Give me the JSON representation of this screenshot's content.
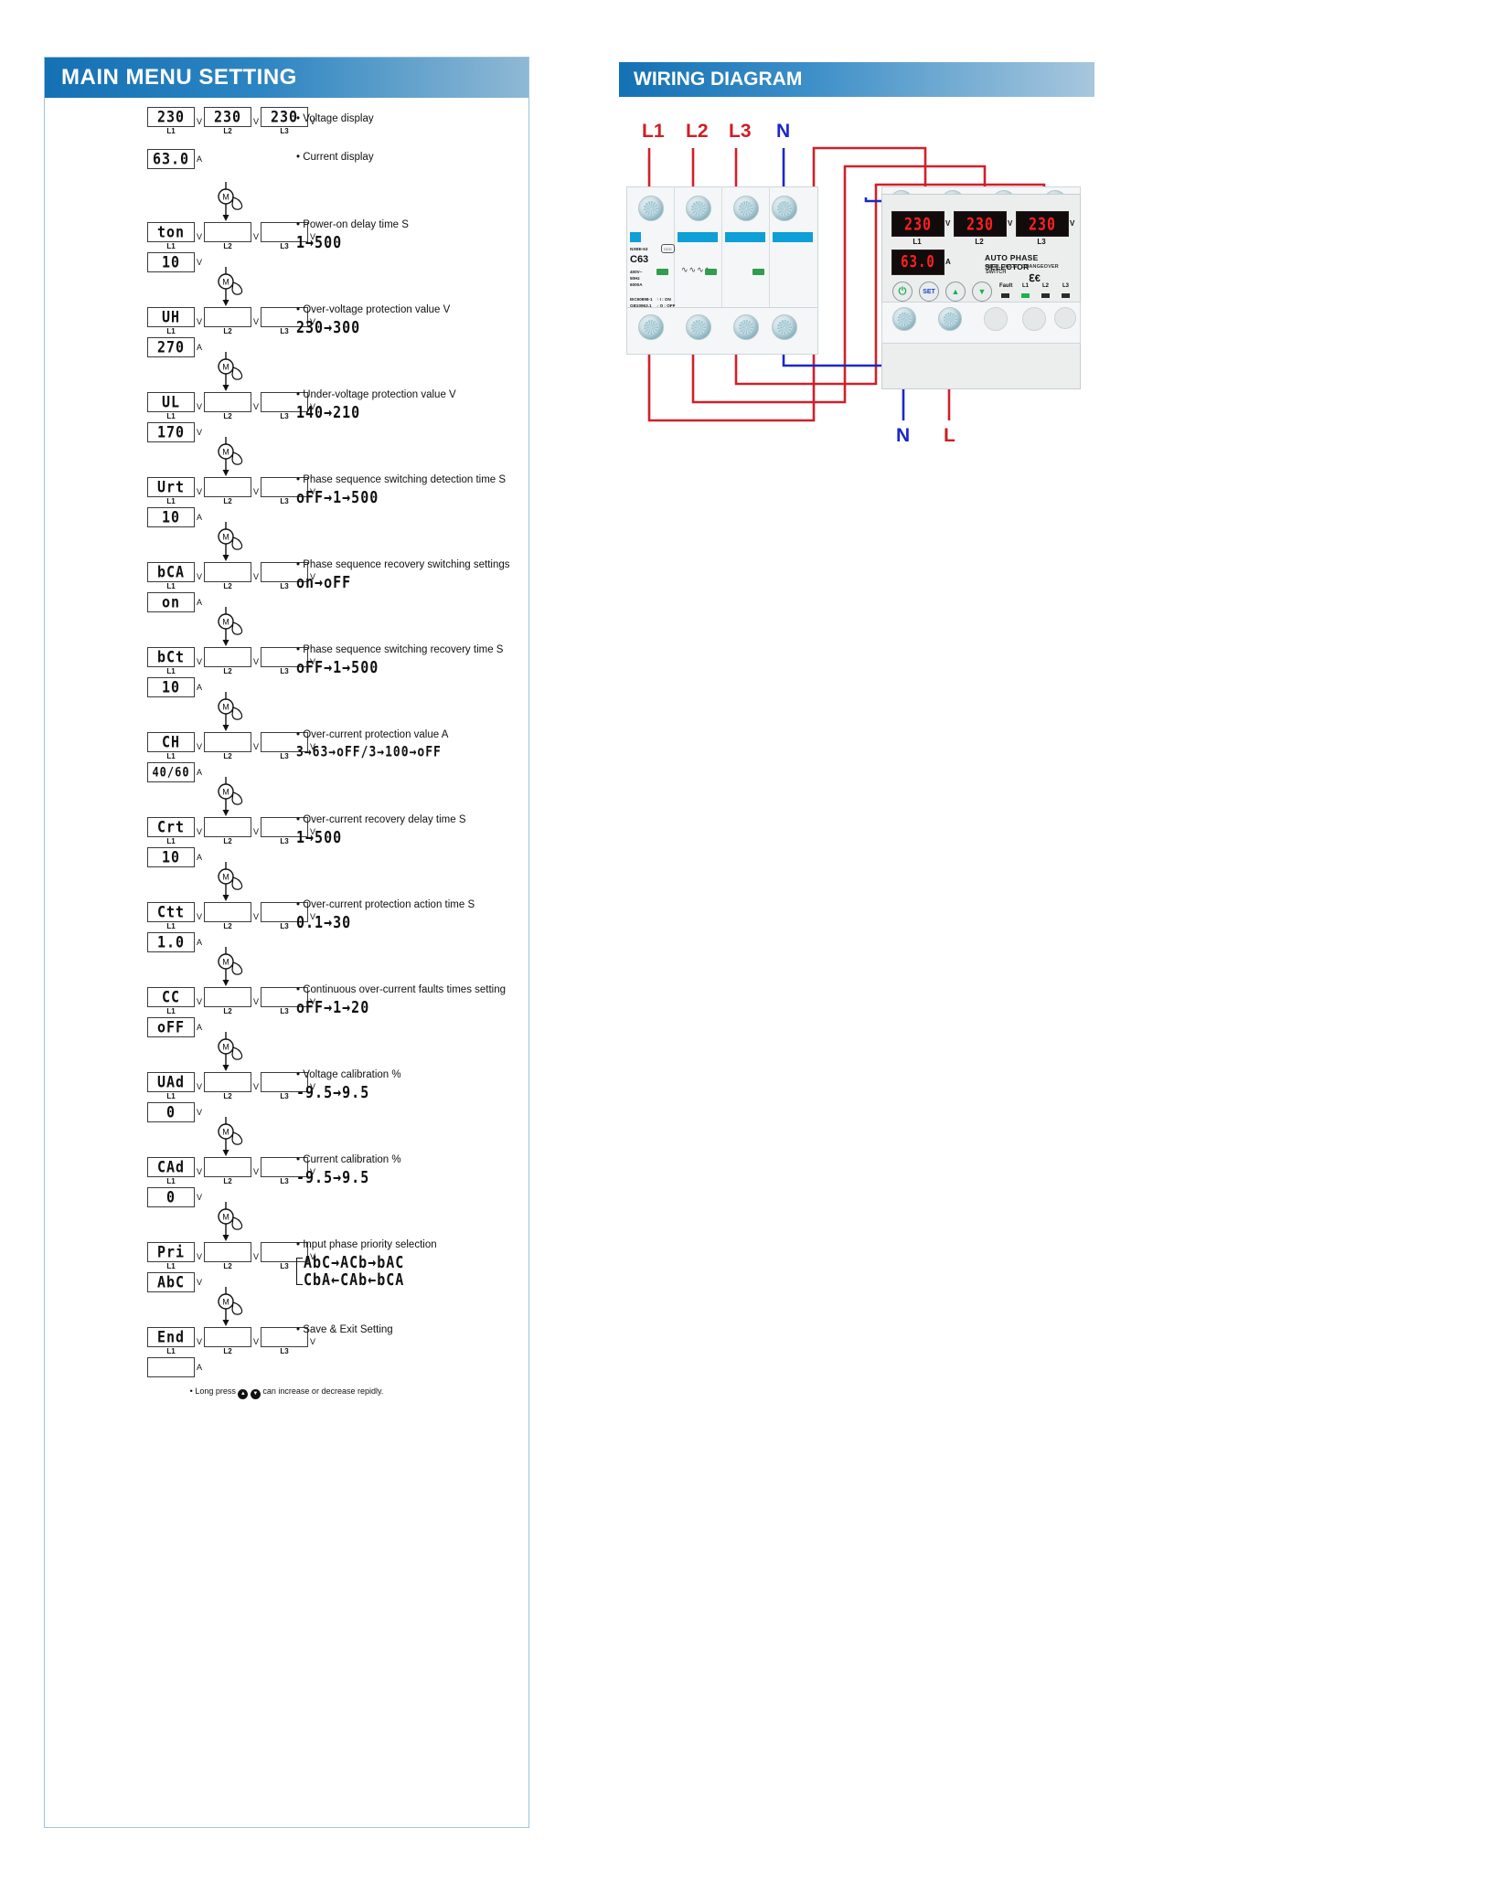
{
  "left": {
    "title": "MAIN MENU SETTING",
    "top_rows": [
      {
        "type": "voltage",
        "boxes": [
          "230",
          "230",
          "230"
        ],
        "units": [
          "V",
          "V",
          "V"
        ],
        "phase": [
          "L1",
          "L2",
          "L3"
        ],
        "desc": "Voltage display"
      },
      {
        "type": "current",
        "box": "63.0",
        "unit": "A",
        "desc": "Current display"
      }
    ],
    "menu_items": [
      {
        "code": "ton",
        "value": "10",
        "value_unit": "V",
        "desc": "Power-on delay time S",
        "range": "1→0500",
        "range_text": "1→500"
      },
      {
        "code": "UH",
        "value": "270",
        "value_unit": "A",
        "desc": "Over-voltage protection value V",
        "range_text": "230→300"
      },
      {
        "code": "UL",
        "value": "170",
        "value_unit": "V",
        "desc": "Under-voltage protection value V",
        "range_text": "140→210"
      },
      {
        "code": "Urt",
        "value": "10",
        "value_unit": "A",
        "desc": "Phase sequence switching detection time S",
        "range_text": "oFF→1→500"
      },
      {
        "code": "bCA",
        "value": "on",
        "value_unit": "A",
        "desc": "Phase sequence recovery switching settings",
        "range_text": "on→oFF"
      },
      {
        "code": "bCt",
        "value": "10",
        "value_unit": "A",
        "desc": "Phase sequence switching recovery time S",
        "range_text": "oFF→1→500"
      },
      {
        "code": "CH",
        "value": "40/60",
        "value_unit": "A",
        "desc": "Over-current protection value A",
        "range_text": "3→63→oFF/3→100→oFF"
      },
      {
        "code": "Crt",
        "value": "10",
        "value_unit": "A",
        "desc": "Over-current recovery delay time S",
        "range_text": "1→500"
      },
      {
        "code": "Ctt",
        "value": "1.0",
        "value_unit": "A",
        "desc": "Over-current protection action time S",
        "range_text": "0.1→30"
      },
      {
        "code": "CC",
        "value": "oFF",
        "value_unit": "A",
        "desc": "Continuous over-current faults times setting",
        "range_text": "oFF→1→20"
      },
      {
        "code": "UAd",
        "value": "0",
        "value_unit": "V",
        "desc": "Voltage calibration %",
        "range_text": "-9.5→9.5"
      },
      {
        "code": "CAd",
        "value": "0",
        "value_unit": "V",
        "desc": "Current calibration %",
        "range_text": "-9.5→9.5"
      },
      {
        "code": "Pri",
        "value": "AbC",
        "value_unit": "V",
        "desc": "Input phase priority selection",
        "range_text": "",
        "range_line1": "AbC→ACb→bAC",
        "range_line2": "CbA←CAb←bCA"
      },
      {
        "code": "End",
        "value": "",
        "value_unit": "A",
        "desc": "Save & Exit Setting",
        "range_text": ""
      }
    ],
    "phase_labels": [
      "L1",
      "L2",
      "L3"
    ],
    "unit_v": "V",
    "unit_a": "A",
    "knob_label": "M",
    "footnote": "• Long press Ⓐ Ⓕ can increase or decrease repidly.",
    "footnote_pre": "• Long press",
    "footnote_post": "can increase or decrease repidly."
  },
  "right": {
    "title": "WIRING DIAGRAM",
    "top_terminals": [
      {
        "label": "L1",
        "color": "#cc1f26"
      },
      {
        "label": "L2",
        "color": "#cc1f26"
      },
      {
        "label": "L3",
        "color": "#cc1f26"
      },
      {
        "label": "N",
        "color": "#1b28c8"
      }
    ],
    "bottom_terminals": [
      {
        "label": "N",
        "color": "#1b28c8"
      },
      {
        "label": "L",
        "color": "#cc1f26"
      }
    ],
    "breaker": {
      "model": "NXBE-63",
      "rating": "C63",
      "spec_lines": [
        "400V~",
        "50Hz",
        "6000A"
      ],
      "standards": [
        "IEC60898-1",
        "GB10963.1"
      ],
      "on_off": [
        "↑ I : ON",
        "↓ O : OFF"
      ],
      "cert": "CCC"
    },
    "device": {
      "displays": [
        {
          "value": "230",
          "unit": "V",
          "label": "L1"
        },
        {
          "value": "230",
          "unit": "V",
          "label": "L2"
        },
        {
          "value": "230",
          "unit": "V",
          "label": "L3"
        }
      ],
      "current": {
        "value": "63.0",
        "unit": "A"
      },
      "name": "AUTO PHASE SELECTOR",
      "subtitle": "INTELLIGENT CHANGEOVER SWITCH",
      "ce": "C€",
      "buttons": [
        {
          "name": "power",
          "glyph": "⏻"
        },
        {
          "name": "set",
          "glyph": "SET"
        },
        {
          "name": "up",
          "glyph": "▲"
        },
        {
          "name": "down",
          "glyph": "▼"
        }
      ],
      "indicators": [
        {
          "label": "Fault",
          "on": false
        },
        {
          "label": "L1",
          "on": true
        },
        {
          "label": "L2",
          "on": false
        },
        {
          "label": "L3",
          "on": false
        }
      ]
    }
  },
  "colors": {
    "header_blue": "#1471b4",
    "wire_red": "#d0202a",
    "wire_blue": "#1b28c8",
    "led_red": "#ff2020",
    "led_green": "#19b44a"
  }
}
